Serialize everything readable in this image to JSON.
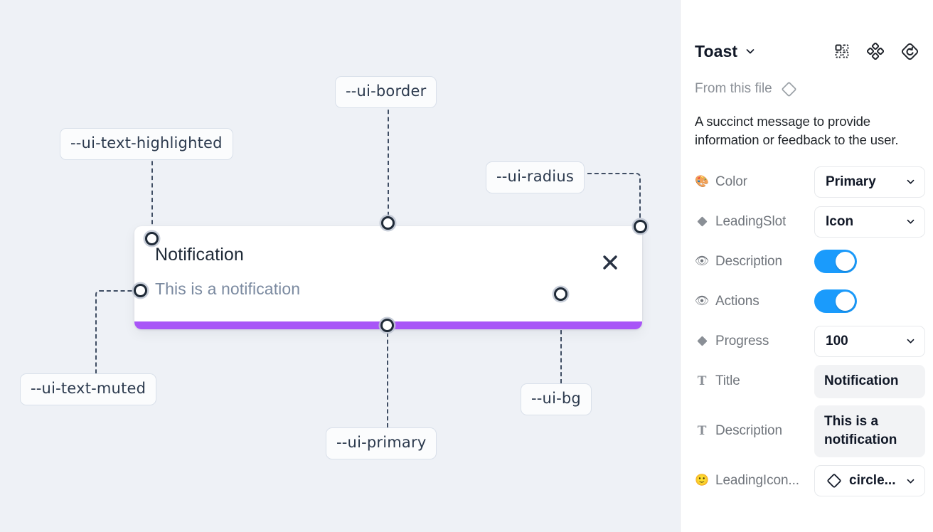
{
  "canvas": {
    "background_color": "#eef1f6",
    "toast": {
      "title": "Notification",
      "description": "This is a notification",
      "close_icon": "close-x-icon",
      "progress_color": "#a855f7",
      "background_color": "#ffffff"
    },
    "annotations": [
      {
        "id": "ui-text-highlighted",
        "label": "--ui-text-highlighted"
      },
      {
        "id": "ui-border",
        "label": "--ui-border"
      },
      {
        "id": "ui-radius",
        "label": "--ui-radius"
      },
      {
        "id": "ui-text-muted",
        "label": "--ui-text-muted"
      },
      {
        "id": "ui-primary",
        "label": "--ui-primary"
      },
      {
        "id": "ui-bg",
        "label": "--ui-bg"
      }
    ]
  },
  "panel": {
    "title": "Toast",
    "title_caret_icon": "chevron-down-icon",
    "header_icons": [
      {
        "name": "component-grid-icon"
      },
      {
        "name": "component-set-diamonds-icon"
      },
      {
        "name": "reset-instance-icon"
      }
    ],
    "from_file": {
      "label": "From this file",
      "icon": "diamond-component-icon"
    },
    "description": "A succinct message to provide information or feedback to the user.",
    "properties": [
      {
        "name": "color",
        "lead_icon": "palette-emoji",
        "lead_glyph": "🎨",
        "label": "Color",
        "control": "select",
        "value": "Primary"
      },
      {
        "name": "leading-slot",
        "lead_icon": "diamond-instance-swap-icon",
        "lead_glyph": "◆",
        "label": "LeadingSlot",
        "control": "select",
        "value": "Icon"
      },
      {
        "name": "description-toggle",
        "lead_icon": "eye-emoji",
        "lead_glyph": "👁",
        "label": "Description",
        "control": "toggle",
        "value": "on"
      },
      {
        "name": "actions-toggle",
        "lead_icon": "eye-emoji",
        "lead_glyph": "👁",
        "label": "Actions",
        "control": "toggle",
        "value": "on"
      },
      {
        "name": "progress",
        "lead_icon": "diamond-instance-swap-icon",
        "lead_glyph": "◆",
        "label": "Progress",
        "control": "select",
        "value": "100"
      },
      {
        "name": "title",
        "lead_icon": "text-property-icon",
        "lead_glyph": "T",
        "label": "Title",
        "control": "text",
        "value": "Notification"
      },
      {
        "name": "description-text",
        "lead_icon": "text-property-icon",
        "lead_glyph": "T",
        "label": "Description",
        "control": "text",
        "value": "This is a notification"
      },
      {
        "name": "leading-icon",
        "lead_icon": "smiley-emoji",
        "lead_glyph": "🙂",
        "label": "LeadingIcon...",
        "control": "select-icon",
        "value": "circle...",
        "value_icon": "diamond-component-icon"
      }
    ],
    "toggle_on_color": "#1a9bfc"
  }
}
